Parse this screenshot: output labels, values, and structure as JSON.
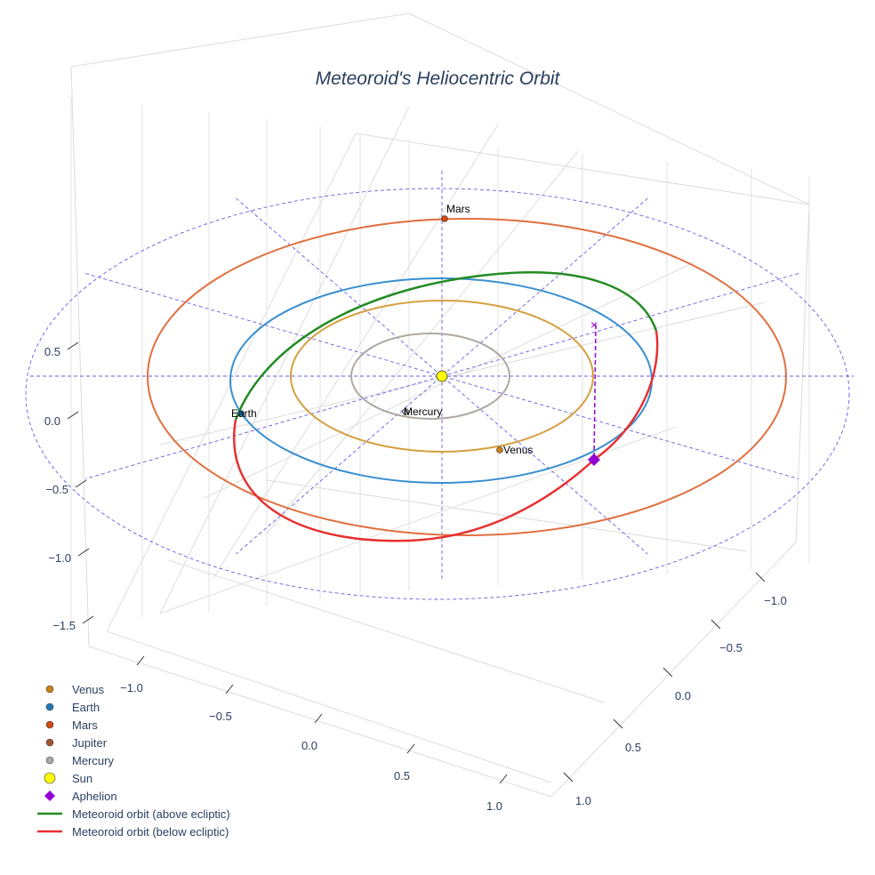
{
  "chart_data": {
    "type": "scatter3d",
    "title": "Meteoroid's Heliocentric Orbit",
    "axes": {
      "x": {
        "ticks": [
          "−1.0",
          "−0.5",
          "0.0",
          "0.5",
          "1.0"
        ],
        "range": [
          -1.2,
          1.2
        ]
      },
      "y": {
        "ticks": [
          "−1.0",
          "−0.5",
          "0.0",
          "0.5",
          "1.0"
        ],
        "range": [
          -1.2,
          1.2
        ]
      },
      "z": {
        "ticks": [
          "0.5",
          "0.0",
          "−0.5",
          "−1.0",
          "−1.5"
        ],
        "range": [
          -1.7,
          0.8
        ]
      }
    },
    "planets": [
      {
        "name": "Mercury",
        "orbit_radius_au": 0.39,
        "color": "#b0a8a0"
      },
      {
        "name": "Venus",
        "orbit_radius_au": 0.72,
        "color": "#d4a040"
      },
      {
        "name": "Earth",
        "orbit_radius_au": 1.0,
        "color": "#3a8fd0"
      },
      {
        "name": "Mars",
        "orbit_radius_au": 1.52,
        "color": "#e07040"
      }
    ],
    "legend": {
      "position": "bottom-left",
      "items": [
        {
          "label": "Venus",
          "symbol": "circle",
          "color": "#c8801a"
        },
        {
          "label": "Earth",
          "symbol": "circle",
          "color": "#1f77b4"
        },
        {
          "label": "Mars",
          "symbol": "circle",
          "color": "#d04a10"
        },
        {
          "label": "Jupiter",
          "symbol": "circle",
          "color": "#a0522d"
        },
        {
          "label": "Mercury",
          "symbol": "circle",
          "color": "#a9a9a9"
        },
        {
          "label": "Sun",
          "symbol": "circle-large",
          "color": "#ffff00"
        },
        {
          "label": "Aphelion",
          "symbol": "diamond",
          "color": "#9400d3"
        },
        {
          "label": "Meteoroid orbit (above ecliptic)",
          "symbol": "line",
          "color": "#228b22"
        },
        {
          "label": "Meteoroid orbit (below ecliptic)",
          "symbol": "line",
          "color": "#e83030"
        }
      ]
    },
    "annotations": [
      "Mars",
      "Earth",
      "Mercury",
      "Venus"
    ]
  }
}
